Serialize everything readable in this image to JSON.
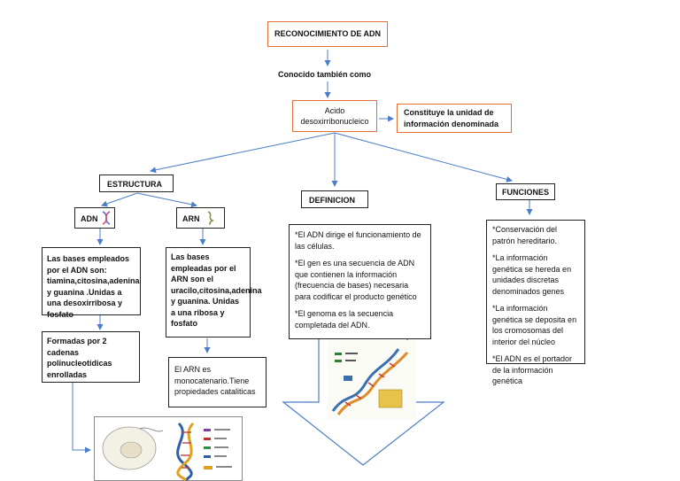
{
  "title": "RECONOCIMIENTO DE ADN",
  "known_as": "Conocido también como",
  "acid_name": "Acido desoxirribonucleico",
  "unit": "Constituye la unidad de información denominada",
  "branches": {
    "structure": "ESTRUCTURA",
    "definition": "DEFINICION",
    "functions": "FUNCIONES"
  },
  "adn_label": "ADN",
  "arn_label": "ARN",
  "adn_bases": "Las bases empleados por el ADN son: tiamina,citosina,adenina y guanina .Unidas a una desoxirribosa y fosfato",
  "arn_bases": "Las bases empleadas por el ARN son el uracilo,citosina,adenina y guanina. Unidas a una ribosa y fosfato",
  "adn_chains": "Formadas por 2 cadenas polinucleotidicas enrolladas",
  "arn_mono": "El ARN es monocatenario.Tiene propiedades cataliticas",
  "definition_items": [
    "*El ADN dirige el funcionamiento de las células.",
    "*El gen es una secuencia de ADN que contienen la información (frecuencia de bases) necesaria para codificar el producto genético",
    "*El genoma es la secuencia completada del ADN."
  ],
  "function_items": [
    "*Conservación del patrón hereditario.",
    "*La información genética se hereda en unidades discretas denominados genes",
    "*La información genética se deposita en los cromosomas del interior del núcleo",
    "*El ADN es el portador de la información genética"
  ],
  "colors": {
    "arrow": "#4a7ec8",
    "accent": "#e0703a",
    "border": "#222222"
  }
}
